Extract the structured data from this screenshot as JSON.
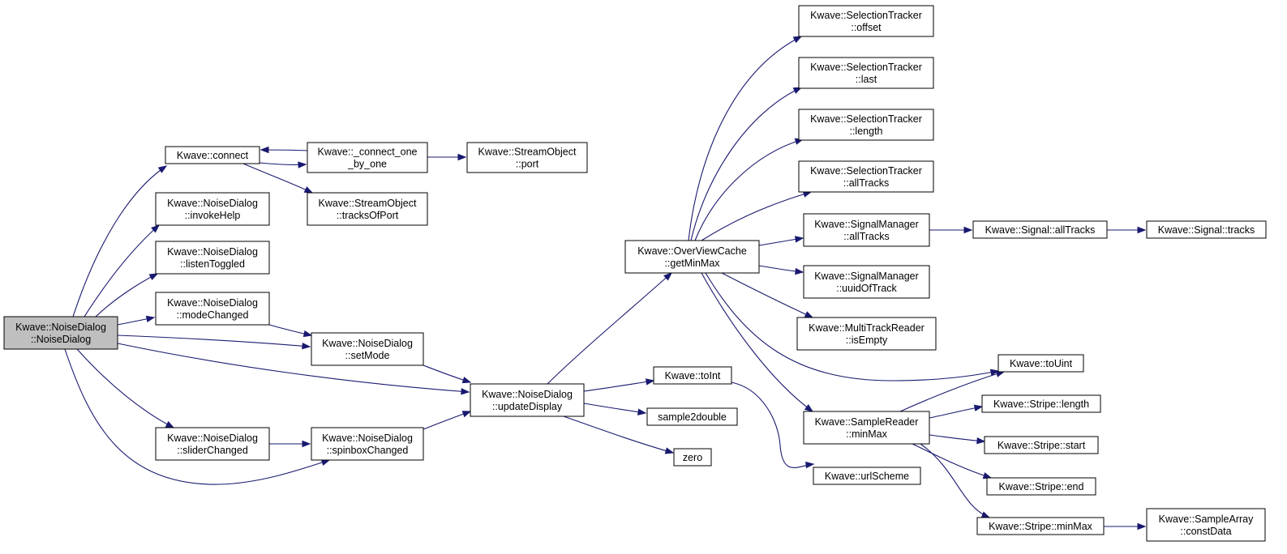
{
  "colors": {
    "edge": "#191970",
    "focus_fill": "#bfbfbf",
    "node_fill": "#ffffff",
    "node_stroke": "#000000"
  },
  "nodes": [
    {
      "id": "noisedialog_ctor",
      "lines": [
        "Kwave::NoiseDialog",
        "::NoiseDialog"
      ],
      "focus": true
    },
    {
      "id": "connect",
      "lines": [
        "Kwave::connect"
      ]
    },
    {
      "id": "invokehelp",
      "lines": [
        "Kwave::NoiseDialog",
        "::invokeHelp"
      ]
    },
    {
      "id": "listentoggled",
      "lines": [
        "Kwave::NoiseDialog",
        "::listenToggled"
      ]
    },
    {
      "id": "modechanged",
      "lines": [
        "Kwave::NoiseDialog",
        "::modeChanged"
      ]
    },
    {
      "id": "sliderchanged",
      "lines": [
        "Kwave::NoiseDialog",
        "::sliderChanged"
      ]
    },
    {
      "id": "connect_one",
      "lines": [
        "Kwave::_connect_one",
        "_by_one"
      ]
    },
    {
      "id": "tracksofport",
      "lines": [
        "Kwave::StreamObject",
        "::tracksOfPort"
      ]
    },
    {
      "id": "setmode",
      "lines": [
        "Kwave::NoiseDialog",
        "::setMode"
      ]
    },
    {
      "id": "spinboxchanged",
      "lines": [
        "Kwave::NoiseDialog",
        "::spinboxChanged"
      ]
    },
    {
      "id": "port",
      "lines": [
        "Kwave::StreamObject",
        "::port"
      ]
    },
    {
      "id": "updatedisplay",
      "lines": [
        "Kwave::NoiseDialog",
        "::updateDisplay"
      ]
    },
    {
      "id": "getminmax",
      "lines": [
        "Kwave::OverViewCache",
        "::getMinMax"
      ]
    },
    {
      "id": "toint",
      "lines": [
        "Kwave::toInt"
      ]
    },
    {
      "id": "sample2double",
      "lines": [
        "sample2double"
      ]
    },
    {
      "id": "zero",
      "lines": [
        "zero"
      ]
    },
    {
      "id": "st_offset",
      "lines": [
        "Kwave::SelectionTracker",
        "::offset"
      ]
    },
    {
      "id": "st_last",
      "lines": [
        "Kwave::SelectionTracker",
        "::last"
      ]
    },
    {
      "id": "st_length",
      "lines": [
        "Kwave::SelectionTracker",
        "::length"
      ]
    },
    {
      "id": "st_alltracks",
      "lines": [
        "Kwave::SelectionTracker",
        "::allTracks"
      ]
    },
    {
      "id": "sm_alltracks",
      "lines": [
        "Kwave::SignalManager",
        "::allTracks"
      ]
    },
    {
      "id": "sm_uuid",
      "lines": [
        "Kwave::SignalManager",
        "::uuidOfTrack"
      ]
    },
    {
      "id": "mtr_isempty",
      "lines": [
        "Kwave::MultiTrackReader",
        "::isEmpty"
      ]
    },
    {
      "id": "sr_minmax",
      "lines": [
        "Kwave::SampleReader",
        "::minMax"
      ]
    },
    {
      "id": "urlscheme",
      "lines": [
        "Kwave::urlScheme"
      ]
    },
    {
      "id": "signal_alltracks",
      "lines": [
        "Kwave::Signal::allTracks"
      ]
    },
    {
      "id": "signal_tracks",
      "lines": [
        "Kwave::Signal::tracks"
      ]
    },
    {
      "id": "touint",
      "lines": [
        "Kwave::toUint"
      ]
    },
    {
      "id": "stripe_length",
      "lines": [
        "Kwave::Stripe::length"
      ]
    },
    {
      "id": "stripe_start",
      "lines": [
        "Kwave::Stripe::start"
      ]
    },
    {
      "id": "stripe_end",
      "lines": [
        "Kwave::Stripe::end"
      ]
    },
    {
      "id": "stripe_minmax",
      "lines": [
        "Kwave::Stripe::minMax"
      ]
    },
    {
      "id": "samplearray_constdata",
      "lines": [
        "Kwave::SampleArray",
        "::constData"
      ]
    }
  ],
  "edges": [
    {
      "from": "noisedialog_ctor",
      "to": "connect"
    },
    {
      "from": "noisedialog_ctor",
      "to": "invokehelp"
    },
    {
      "from": "noisedialog_ctor",
      "to": "listentoggled"
    },
    {
      "from": "noisedialog_ctor",
      "to": "modechanged"
    },
    {
      "from": "noisedialog_ctor",
      "to": "setmode"
    },
    {
      "from": "noisedialog_ctor",
      "to": "updatedisplay"
    },
    {
      "from": "noisedialog_ctor",
      "to": "sliderchanged"
    },
    {
      "from": "noisedialog_ctor",
      "to": "spinboxchanged"
    },
    {
      "from": "connect",
      "to": "connect_one"
    },
    {
      "from": "connect_one",
      "to": "connect"
    },
    {
      "from": "connect",
      "to": "tracksofport"
    },
    {
      "from": "connect_one",
      "to": "port"
    },
    {
      "from": "modechanged",
      "to": "setmode"
    },
    {
      "from": "setmode",
      "to": "updatedisplay"
    },
    {
      "from": "sliderchanged",
      "to": "spinboxchanged"
    },
    {
      "from": "spinboxchanged",
      "to": "updatedisplay"
    },
    {
      "from": "updatedisplay",
      "to": "getminmax"
    },
    {
      "from": "updatedisplay",
      "to": "toint"
    },
    {
      "from": "updatedisplay",
      "to": "sample2double"
    },
    {
      "from": "updatedisplay",
      "to": "zero"
    },
    {
      "from": "toint",
      "to": "urlscheme"
    },
    {
      "from": "getminmax",
      "to": "st_offset"
    },
    {
      "from": "getminmax",
      "to": "st_last"
    },
    {
      "from": "getminmax",
      "to": "st_length"
    },
    {
      "from": "getminmax",
      "to": "st_alltracks"
    },
    {
      "from": "getminmax",
      "to": "sm_alltracks"
    },
    {
      "from": "getminmax",
      "to": "sm_uuid"
    },
    {
      "from": "getminmax",
      "to": "mtr_isempty"
    },
    {
      "from": "getminmax",
      "to": "touint"
    },
    {
      "from": "getminmax",
      "to": "sr_minmax"
    },
    {
      "from": "sm_alltracks",
      "to": "signal_alltracks"
    },
    {
      "from": "signal_alltracks",
      "to": "signal_tracks"
    },
    {
      "from": "sr_minmax",
      "to": "touint"
    },
    {
      "from": "sr_minmax",
      "to": "stripe_length"
    },
    {
      "from": "sr_minmax",
      "to": "stripe_start"
    },
    {
      "from": "sr_minmax",
      "to": "stripe_end"
    },
    {
      "from": "sr_minmax",
      "to": "stripe_minmax"
    },
    {
      "from": "stripe_minmax",
      "to": "samplearray_constdata"
    }
  ]
}
